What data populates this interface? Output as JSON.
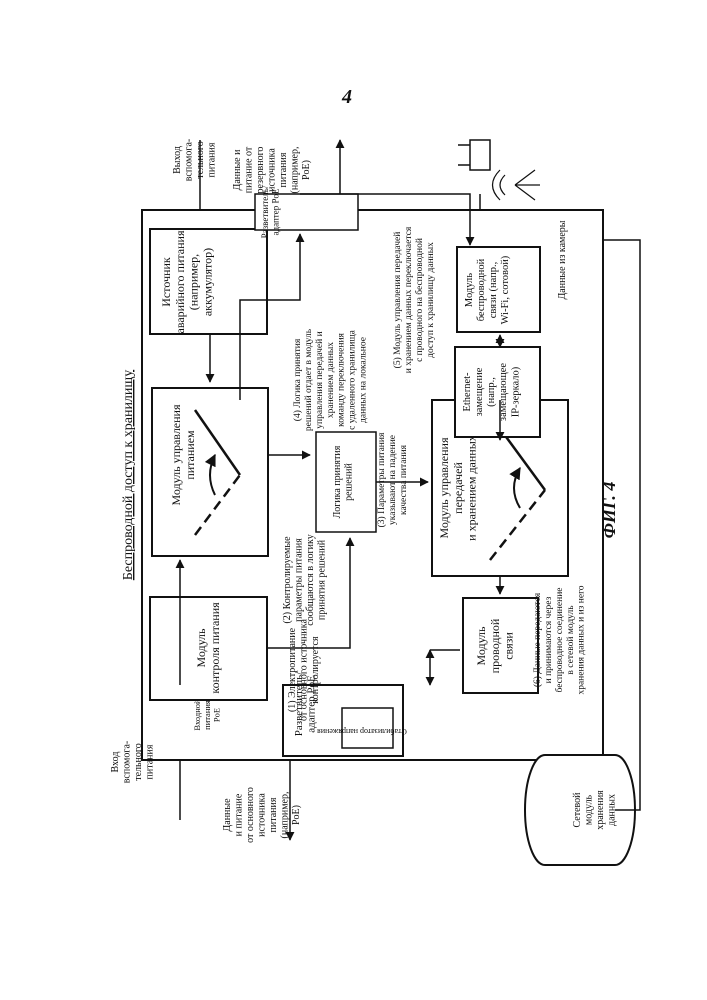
{
  "page_number": "4",
  "figure_label": "ФИГ. 4",
  "title": "Беспроводной доступ к хранилищу",
  "blocks": {
    "power_monitor": [
      "Модуль",
      "контроля питания"
    ],
    "power_control": [
      "Модуль управления",
      "питанием"
    ],
    "backup_source": [
      "Источник",
      "аварийного питания",
      "(например,",
      "аккумулятор)"
    ],
    "decision_logic": [
      "Логика принятия",
      "решений"
    ],
    "transfer_storage": [
      "Модуль управления",
      "передачей",
      "и хранением данных"
    ],
    "wired_module": [
      "Модуль",
      "проводной",
      "связи"
    ],
    "ethernet": [
      "Ethernet-",
      "замещение",
      "(напр.,",
      "замещающее",
      "IP-зеркало)"
    ],
    "wireless_module": [
      "Модуль",
      "беспроводной",
      "связи (напр.,",
      "Wi-Fi, сотовой)"
    ],
    "splitter_left": [
      "Разветвитель/",
      "адаптер PoE"
    ],
    "stabilizer": "Стабилизатор напряжения",
    "splitter_right": [
      "Разветвитель/",
      "адаптер PoE"
    ],
    "poe_in": [
      "Входной",
      "питания",
      "PoE"
    ],
    "network_storage": [
      "Сетевой",
      "модуль",
      "хранения",
      "данных"
    ]
  },
  "notes": {
    "n1": [
      "(1) Электропитание",
      "от основного источника",
      "контролируется"
    ],
    "n2": [
      "(2) Контролируемые",
      "параметры питания",
      "сообщаются в логику",
      "принятия решений"
    ],
    "n3": [
      "(3) Параметры питания",
      "указывают на падение",
      "качества питания"
    ],
    "n4": [
      "(4) Логика принятия",
      "решений отдает в модуль",
      "управления передачей и",
      "хранением данных",
      "команду переключения",
      "с удаленного хранилища",
      "данных на локальное"
    ],
    "n5": [
      "(5) Модуль управления передачей",
      "и хранением данных переключается",
      "с проводного на беспроводной",
      "доступ к хранилищу данных"
    ],
    "n6": [
      "(6) Данные передаются",
      "и принимаются через",
      "беспроводное соединение",
      "в сетевой модуль",
      "хранения данных и из него"
    ]
  },
  "labels": {
    "aux_in": [
      "Вход",
      "вспомога-",
      "тельного",
      "питания"
    ],
    "main_in": [
      "Данные",
      "и питание",
      "от основного",
      "источника",
      "питания",
      "(например,",
      "PoE)"
    ],
    "aux_out": [
      "Выход",
      "вспомога-",
      "тельного",
      "питания"
    ],
    "backup_out": [
      "Данные и",
      "питание от",
      "резервного",
      "источника",
      "питания",
      "(например,",
      "PoE)"
    ],
    "camera": "Данные из камеры"
  }
}
